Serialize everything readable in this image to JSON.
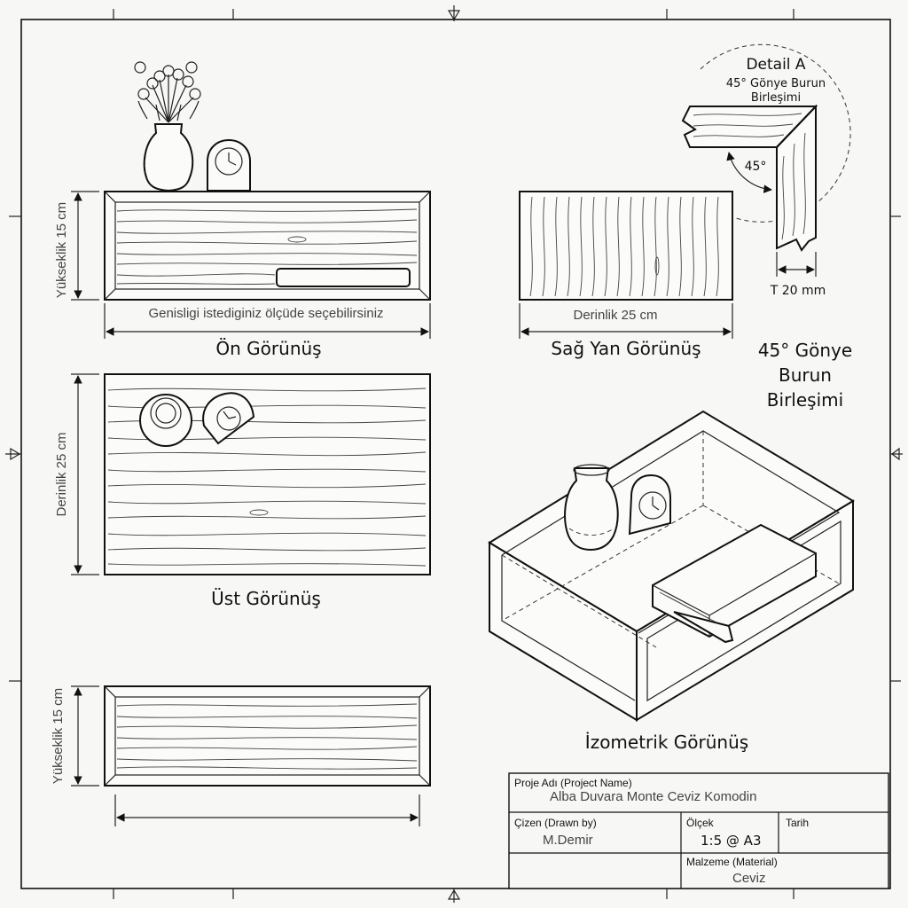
{
  "views": {
    "front": {
      "title": "Ön Görünüş",
      "height_dim": "Yükseklik 15 cm",
      "width_note": "Genisligi istediginiz ölçüde seçebilirsiniz"
    },
    "side": {
      "title": "Sağ Yan Görünüş",
      "depth_dim": "Derinlik 25 cm"
    },
    "top": {
      "title": "Üst Görünüş",
      "depth_dim": "Derinlik 25 cm"
    },
    "bottom": {
      "height_dim": "Yükseklik 15 cm"
    },
    "iso": {
      "title": "İzometrik Görünüş"
    }
  },
  "detail": {
    "title": "Detail A",
    "subtitle_line1": "45° Gönye Burun",
    "subtitle_line2": "Birleşimi",
    "angle": "45°",
    "thickness": "T 20 mm"
  },
  "miter_caption": {
    "line1": "45° Gönye",
    "line2": "Burun",
    "line3": "Birleşimi"
  },
  "title_block": {
    "project_label": "Proje Adı (Project Name)",
    "project_value": "Alba Duvara Monte Ceviz Komodin",
    "drawn_label": "Çizen (Drawn by)",
    "drawn_value": "M.Demir",
    "scale_label": "Ölçek",
    "scale_value": "1:5 @ A3",
    "date_label": "Tarih",
    "date_value": "",
    "material_label": "Malzeme (Material)",
    "material_value": "Ceviz"
  }
}
